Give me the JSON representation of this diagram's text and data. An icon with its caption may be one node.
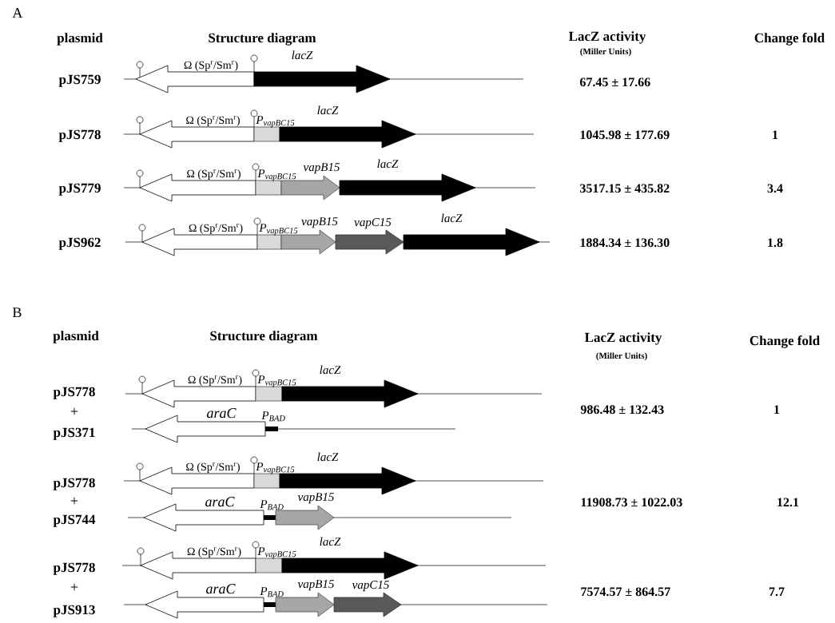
{
  "diagram": {
    "nodes": [
      {
        "text": [
          "Ω (Sp$^{r}$/Sm$^{r}$)"
        ]
      },
      {
        "text": [
          "lacZ"
        ]
      },
      {
        "text": [
          "Ω (Sp$^{r}$/Sm$^{r}$)"
        ]
      },
      {
        "text": [
          "P$_{vapBC15}$"
        ]
      },
      {
        "text": [
          "lacZ"
        ]
      },
      {
        "text": [
          "Ω (Sp$^{r}$/Sm$^{r}$)"
        ]
      },
      {
        "text": [
          "P$_{vapBC15}$"
        ]
      },
      {
        "text": [
          "vapB15"
        ]
      },
      {
        "text": [
          "lacZ"
        ]
      },
      {
        "text": [
          "Ω (Sp$^{r}$/Sm$^{r}$)"
        ]
      },
      {
        "text": [
          "P$_{vapBC15}$"
        ]
      },
      {
        "text": [
          "vapB15"
        ]
      },
      {
        "text": [
          "vapC15"
        ]
      },
      {
        "text": [
          "lacZ"
        ]
      },
      {
        "text": [
          "Ω (Sp$^{r}$/Sm$^{r}$)"
        ]
      },
      {
        "text": [
          "P$_{vapBC15}$"
        ]
      },
      {
        "text": [
          "lacZ"
        ]
      },
      {
        "text": [
          "araC"
        ]
      },
      {
        "text": [
          "P$_{BAD}$"
        ]
      },
      {
        "text": [
          "Ω (Sp$^{r}$/Sm$^{r}$)"
        ]
      },
      {
        "text": [
          "P$_{vapBC15}$"
        ]
      },
      {
        "text": [
          "lacZ"
        ]
      },
      {
        "text": [
          "araC"
        ]
      },
      {
        "text": [
          "P$_{BAD}$"
        ]
      },
      {
        "text": [
          "vapB15"
        ]
      },
      {
        "text": [
          "Ω (Sp$^{r}$/Sm$^{r}$)"
        ]
      },
      {
        "text": [
          "P$_{vapBC15}$"
        ]
      },
      {
        "text": [
          "lacZ"
        ]
      },
      {
        "text": [
          "araC"
        ]
      },
      {
        "text": [
          "P$_{BAD}$"
        ]
      },
      {
        "text": [
          "vapB15"
        ]
      },
      {
        "text": [
          "vapC15"
        ]
      }
    ],
    "labels": [
      "A",
      "plasmid",
      "Structure diagram",
      "LacZ activity",
      "Change fold",
      "(Miller Units)",
      "pJS759",
      "67.45 ± 17.66",
      "pJS778",
      "1045.98 ± 177.69",
      "1",
      "pJS779",
      "3517.15 ± 435.82",
      "3.4",
      "pJS962",
      "1884.34 ± 136.30",
      "1.8",
      "B",
      "plasmid",
      "Structure diagram",
      "LacZ activity",
      "Change fold",
      "(Miller Units)",
      "pJS778",
      "+",
      "986.48 ± 132.43",
      "1",
      "pJS371",
      "pJS778",
      "+",
      "11908.73 ± 1022.03",
      "12.1",
      "pJS744",
      "pJS778",
      "+",
      "7574.57 ± 864.57",
      "7.7",
      "pJS913"
    ]
  }
}
